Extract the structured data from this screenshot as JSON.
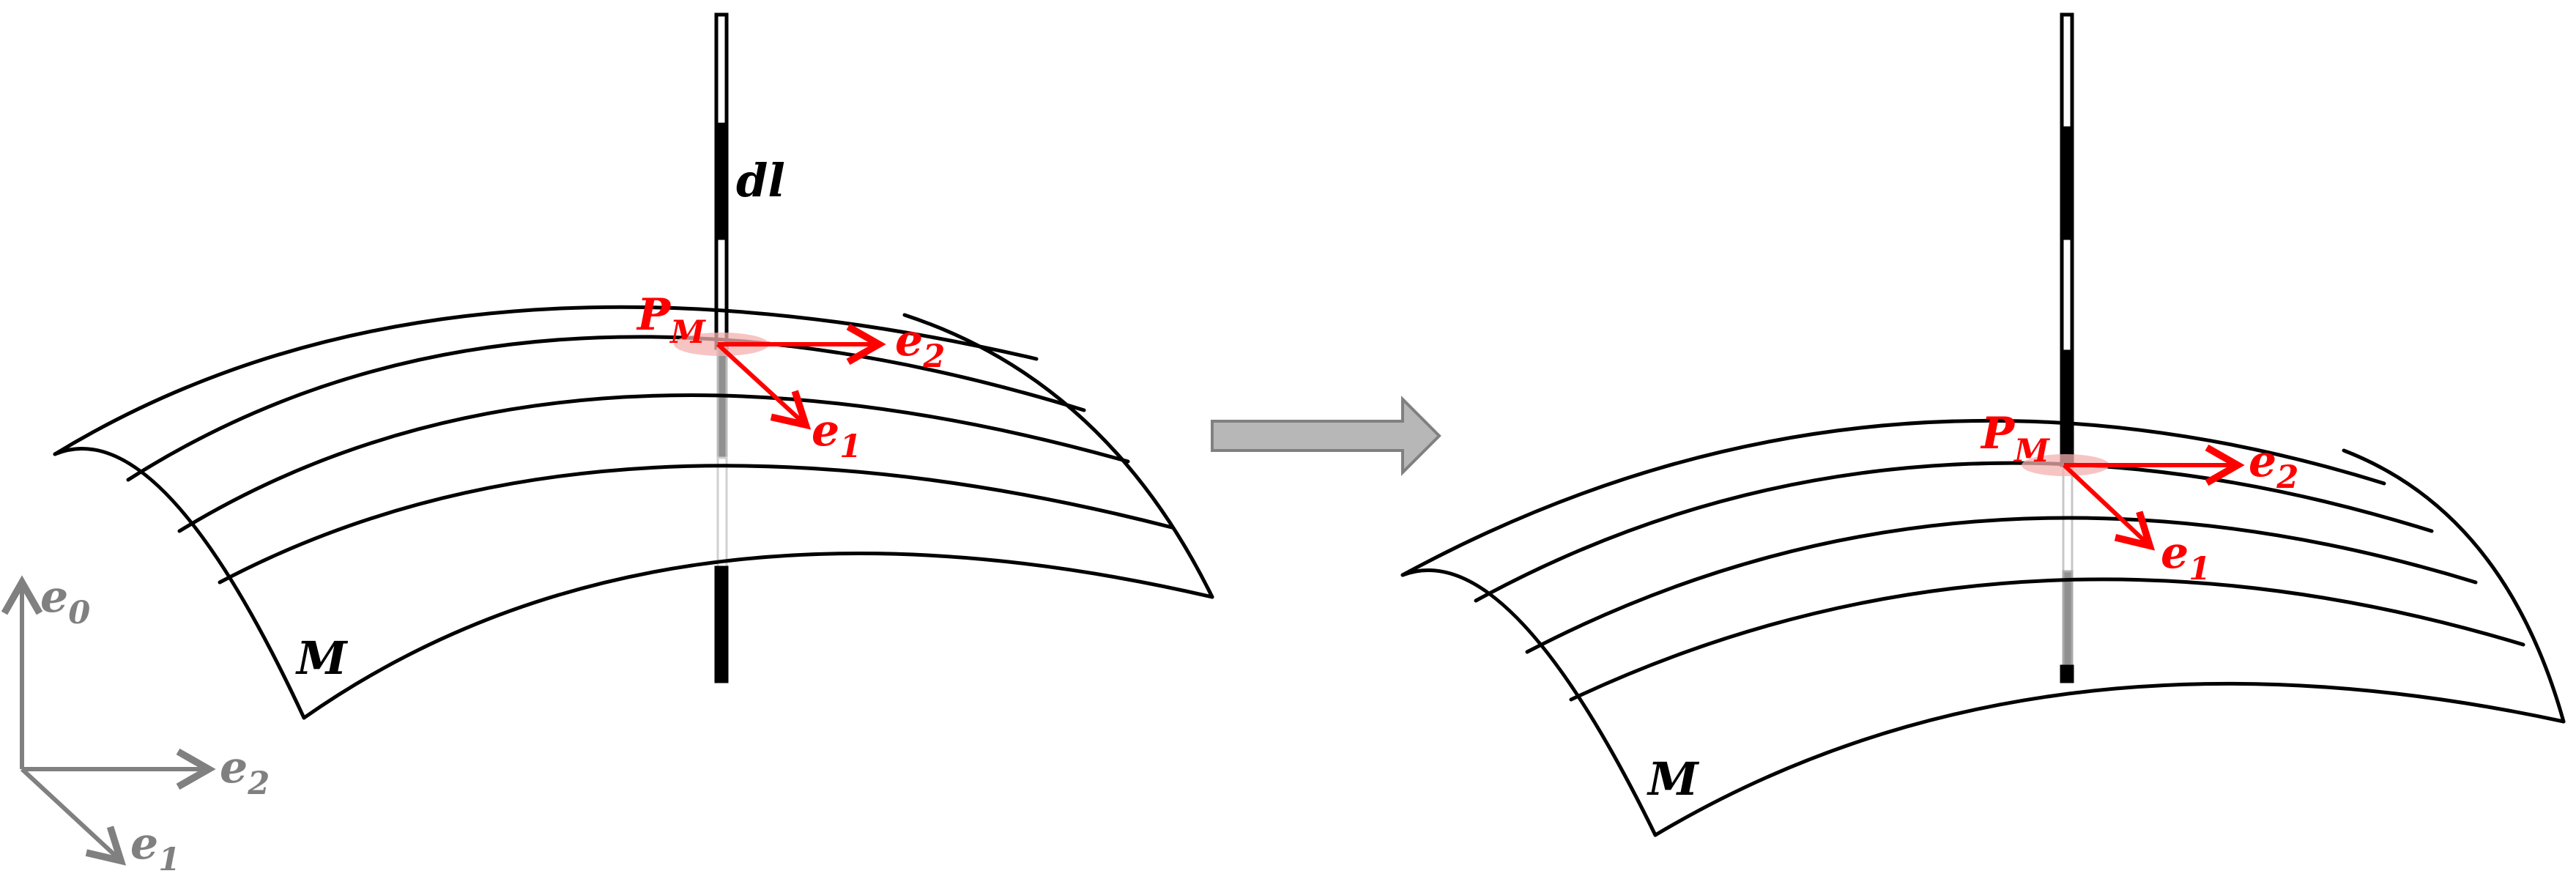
{
  "colors": {
    "surface_stroke": "#000000",
    "vector_red": "#ff0000",
    "highlight_pink": "#f4b0b0",
    "axis_gray": "#808080",
    "arrow_fill": "#b7b7b7",
    "arrow_stroke": "#808080"
  },
  "labels": {
    "dl": "dl",
    "manifold": "M",
    "point_base": "P",
    "point_sub": "M",
    "e_letter": "e",
    "sub0": "0",
    "sub1": "1",
    "sub2": "2"
  },
  "icons": {
    "transition_arrow": "right-arrow-block"
  }
}
